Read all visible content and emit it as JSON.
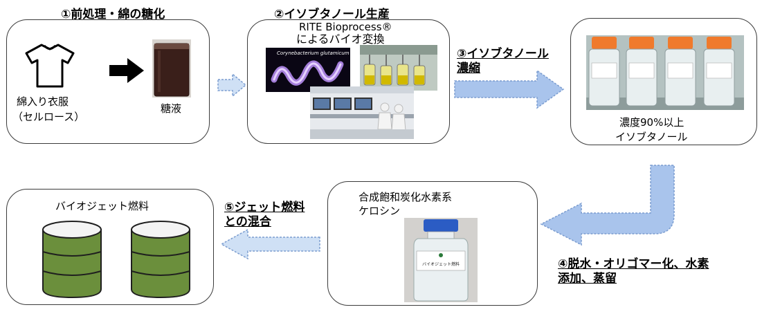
{
  "steps": {
    "s1": {
      "title": "①前処理・綿の糖化",
      "cotton_label_1": "綿入り衣服",
      "cotton_label_2": "（セルロース）",
      "sugar_label": "糖液"
    },
    "s2": {
      "title": "②イソブタノール生産",
      "sub_1": "RITE Bioprocess®",
      "sub_2": "によるバイオ変換",
      "microbe_caption": "Corynebacterium glutamicum"
    },
    "s3": {
      "label_1": "③イソブタノール",
      "label_2": "濃縮",
      "result_1": "濃度90%以上",
      "result_2": "イソブタノール"
    },
    "s4": {
      "label_1": "④脱水・オリゴマー化、水素",
      "label_2": "添加、蒸留",
      "box_1": "合成飽和炭化水素系",
      "box_2": "ケロシン",
      "bottle_label": "バイオジェット燃料"
    },
    "s5": {
      "label_1": "⑤ジェット燃料",
      "label_2": "との混合",
      "box_title": "バイオジェット燃料"
    }
  },
  "colors": {
    "arrow_fill": "#cfe0f5",
    "arrow_stroke": "#7a9ccf",
    "arrow_big_fill": "#a9c4ec",
    "barrel": "#6b8f3c"
  }
}
